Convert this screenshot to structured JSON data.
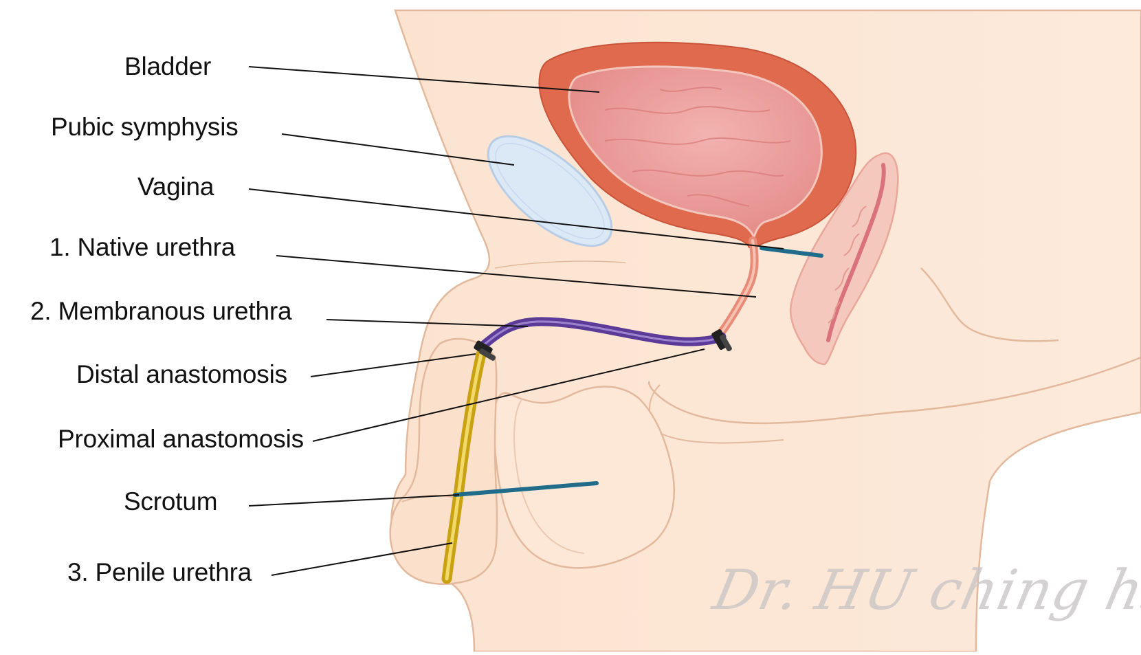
{
  "labels": {
    "bladder": "Bladder",
    "pubic_symphysis": "Pubic symphysis",
    "vagina": "Vagina",
    "native_urethra": "1. Native urethra",
    "membranous_urethra": "2. Membranous urethra",
    "distal_anastomosis": "Distal anastomosis",
    "proximal_anastomosis": "Proximal anastomosis",
    "scrotum": "Scrotum",
    "penile_urethra": "3. Penile urethra"
  },
  "watermark": "Dr. HU ching hsuan",
  "colors": {
    "skin": "#fce7d5",
    "skin_outline": "#e7bfa6",
    "bladder_wall": "#e06a4e",
    "bladder_lumen": "#e99a9a",
    "pubic_bone": "#dbe8f6",
    "vagina": "#f2b7ae",
    "membranous_graft": "#6b47a8",
    "penile_graft": "#e2bf2c",
    "incision_marker": "#1f6d8a",
    "anastomosis_clip": "#222222"
  }
}
